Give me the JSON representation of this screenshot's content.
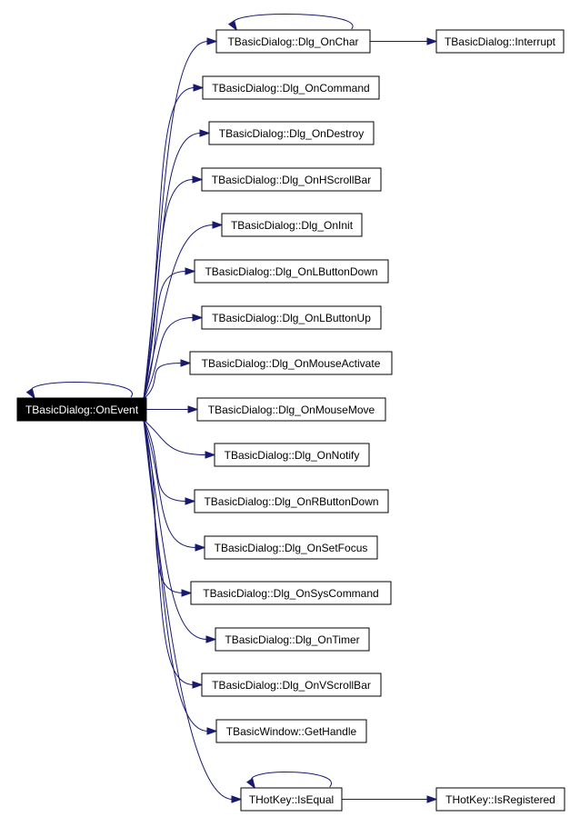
{
  "colors": {
    "edge": "#191970",
    "root_fill": "#000000",
    "root_text": "#ffffff",
    "node_fill": "#ffffff"
  },
  "root": {
    "label": "TBasicDialog::OnEvent"
  },
  "callees": [
    {
      "id": "onchar",
      "label": "TBasicDialog::Dlg_OnChar"
    },
    {
      "id": "oncommand",
      "label": "TBasicDialog::Dlg_OnCommand"
    },
    {
      "id": "ondestroy",
      "label": "TBasicDialog::Dlg_OnDestroy"
    },
    {
      "id": "onhscroll",
      "label": "TBasicDialog::Dlg_OnHScrollBar"
    },
    {
      "id": "oninit",
      "label": "TBasicDialog::Dlg_OnInit"
    },
    {
      "id": "onlbuttondown",
      "label": "TBasicDialog::Dlg_OnLButtonDown"
    },
    {
      "id": "onlbuttonup",
      "label": "TBasicDialog::Dlg_OnLButtonUp"
    },
    {
      "id": "onmouseactivate",
      "label": "TBasicDialog::Dlg_OnMouseActivate"
    },
    {
      "id": "onmousemove",
      "label": "TBasicDialog::Dlg_OnMouseMove"
    },
    {
      "id": "onnotify",
      "label": "TBasicDialog::Dlg_OnNotify"
    },
    {
      "id": "onrbuttondown",
      "label": "TBasicDialog::Dlg_OnRButtonDown"
    },
    {
      "id": "onsetfocus",
      "label": "TBasicDialog::Dlg_OnSetFocus"
    },
    {
      "id": "onsyscommand",
      "label": "TBasicDialog::Dlg_OnSysCommand"
    },
    {
      "id": "ontimer",
      "label": "TBasicDialog::Dlg_OnTimer"
    },
    {
      "id": "onvscroll",
      "label": "TBasicDialog::Dlg_OnVScrollBar"
    },
    {
      "id": "gethandle",
      "label": "TBasicWindow::GetHandle"
    },
    {
      "id": "isequal",
      "label": "THotKey::IsEqual"
    }
  ],
  "second_level": [
    {
      "id": "interrupt",
      "label": "TBasicDialog::Interrupt",
      "from": "onchar"
    },
    {
      "id": "isregistered",
      "label": "THotKey::IsRegistered",
      "from": "isequal"
    }
  ],
  "self_loops": [
    "root",
    "onchar",
    "isequal"
  ]
}
